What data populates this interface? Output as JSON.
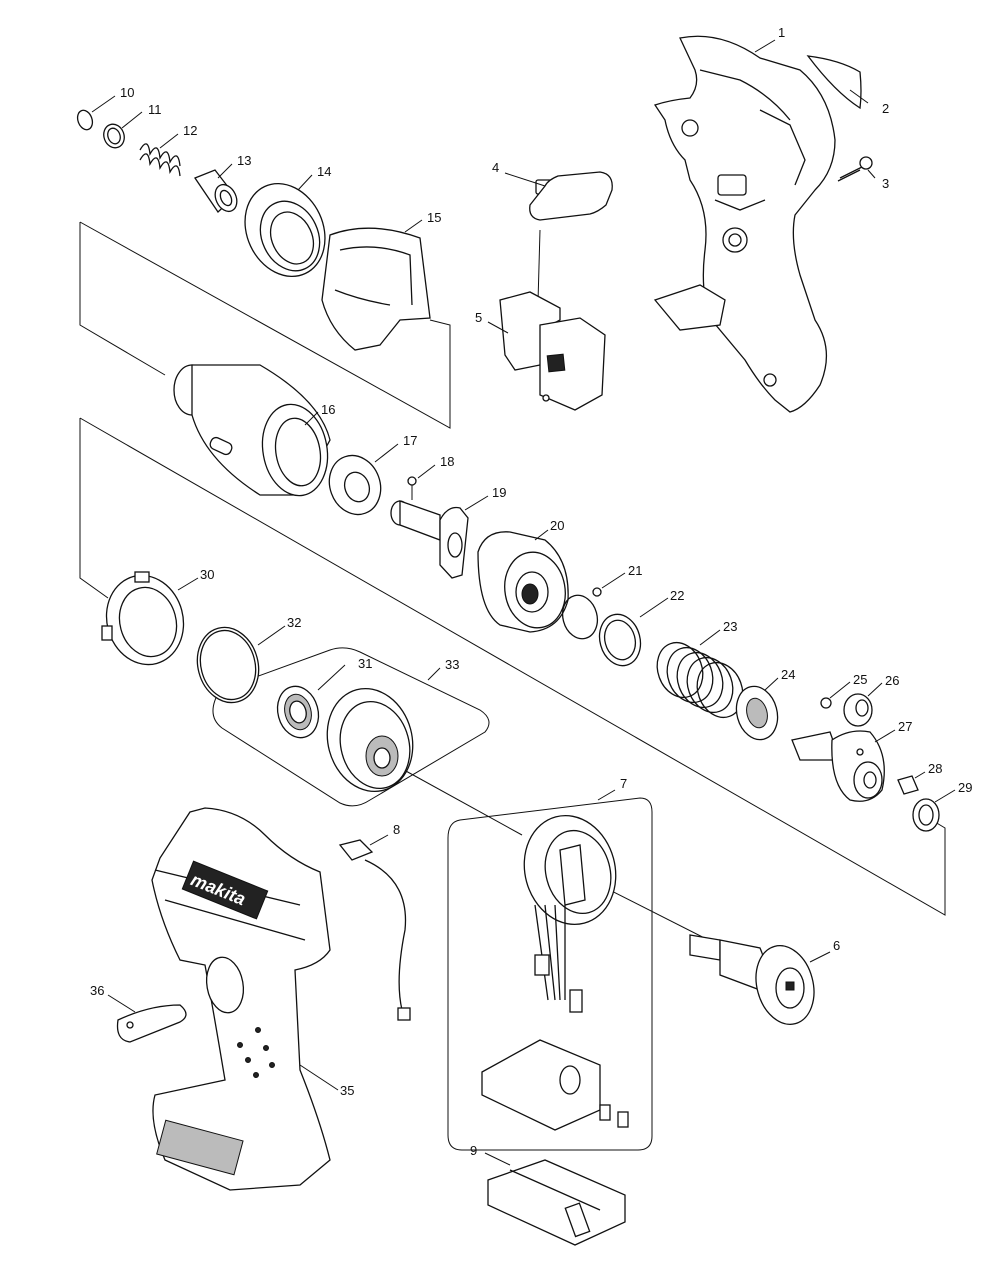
{
  "parts": [
    {
      "id": "1",
      "label": "1"
    },
    {
      "id": "2",
      "label": "2"
    },
    {
      "id": "3",
      "label": "3"
    },
    {
      "id": "4",
      "label": "4"
    },
    {
      "id": "5",
      "label": "5"
    },
    {
      "id": "6",
      "label": "6"
    },
    {
      "id": "7",
      "label": "7"
    },
    {
      "id": "8",
      "label": "8"
    },
    {
      "id": "9",
      "label": "9"
    },
    {
      "id": "10",
      "label": "10"
    },
    {
      "id": "11",
      "label": "11"
    },
    {
      "id": "12",
      "label": "12"
    },
    {
      "id": "13",
      "label": "13"
    },
    {
      "id": "14",
      "label": "14"
    },
    {
      "id": "15",
      "label": "15"
    },
    {
      "id": "16",
      "label": "16"
    },
    {
      "id": "17",
      "label": "17"
    },
    {
      "id": "18",
      "label": "18"
    },
    {
      "id": "19",
      "label": "19"
    },
    {
      "id": "20",
      "label": "20"
    },
    {
      "id": "21",
      "label": "21"
    },
    {
      "id": "22",
      "label": "22"
    },
    {
      "id": "23",
      "label": "23"
    },
    {
      "id": "24",
      "label": "24"
    },
    {
      "id": "25",
      "label": "25"
    },
    {
      "id": "26",
      "label": "26"
    },
    {
      "id": "27",
      "label": "27"
    },
    {
      "id": "28",
      "label": "28"
    },
    {
      "id": "29",
      "label": "29"
    },
    {
      "id": "30",
      "label": "30"
    },
    {
      "id": "31",
      "label": "31"
    },
    {
      "id": "32",
      "label": "32"
    },
    {
      "id": "33",
      "label": "33"
    },
    {
      "id": "35",
      "label": "35"
    },
    {
      "id": "36",
      "label": "36"
    }
  ],
  "branding": {
    "logo_text": "makita"
  }
}
